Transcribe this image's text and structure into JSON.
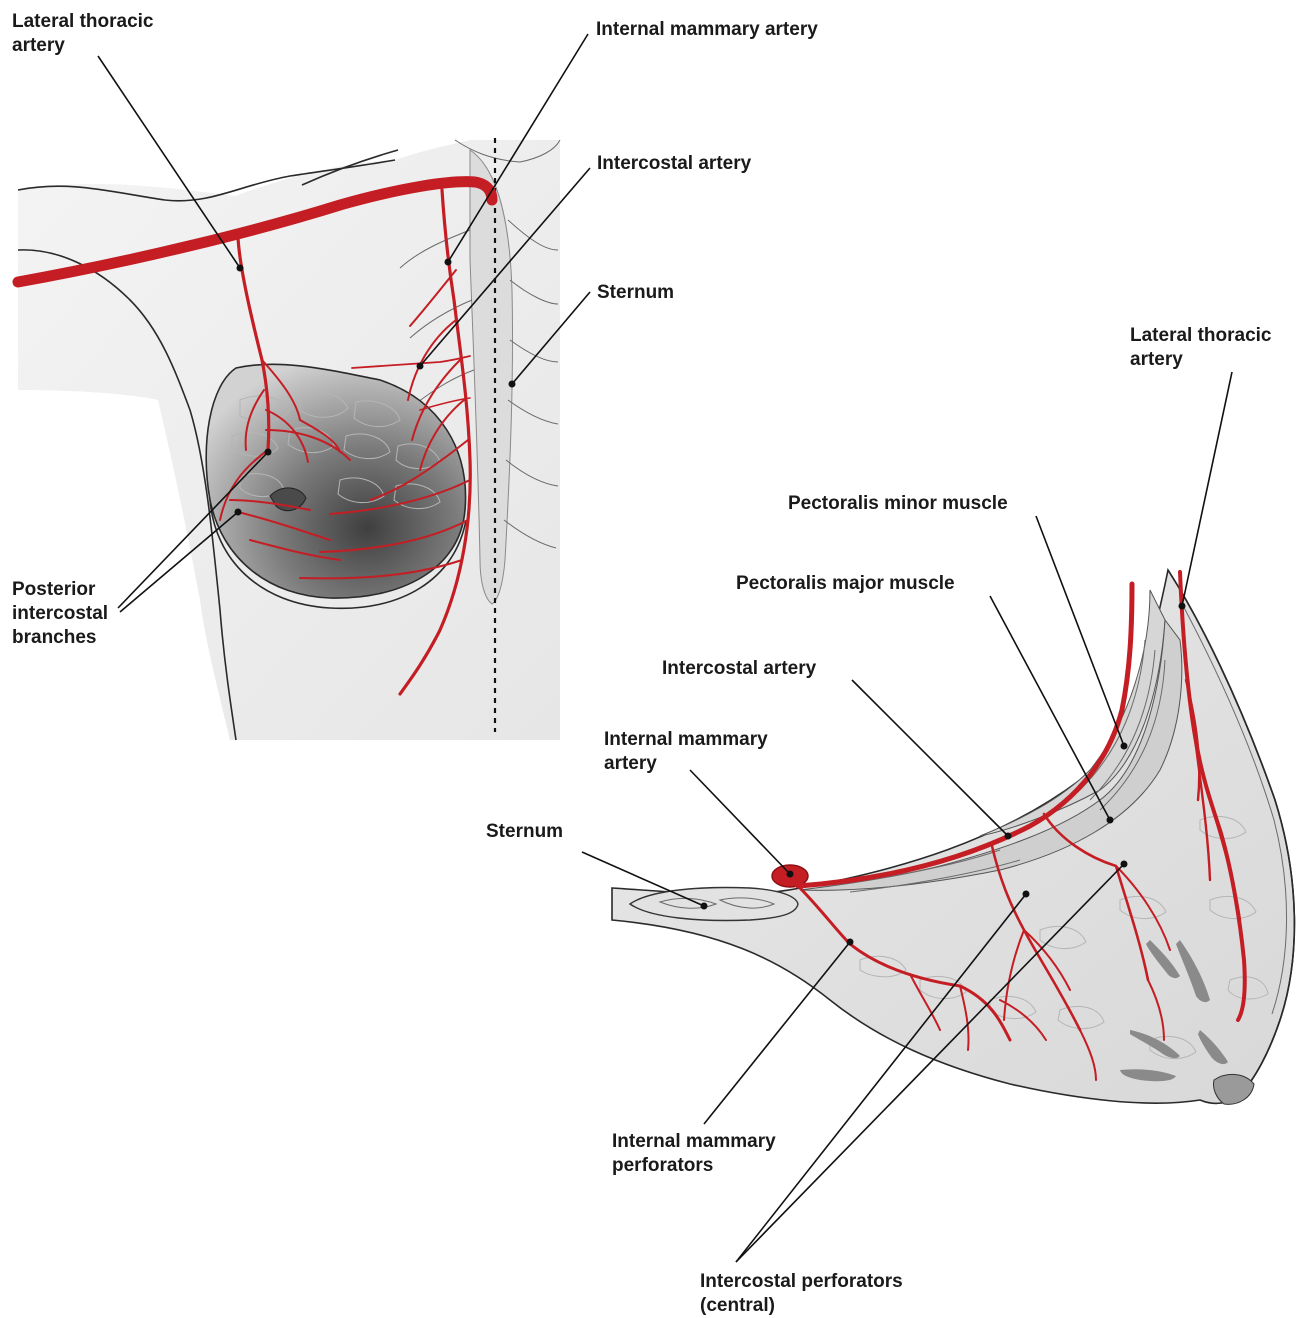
{
  "colors": {
    "artery": "#c41e24",
    "artery_shadow": "#8f1014",
    "skin": "#eeeeee",
    "breast_shade": "#6e6e6e",
    "leader_line": "#111111"
  },
  "front_view": {
    "labels": {
      "lateral_thoracic_artery": [
        "Lateral thoracic",
        "artery"
      ],
      "internal_mammary_artery": [
        "Internal mammary artery"
      ],
      "intercostal_artery": [
        "Intercostal artery"
      ],
      "sternum": [
        "Sternum"
      ],
      "posterior_intercostal_branches": [
        "Posterior",
        "intercostal",
        "branches"
      ]
    }
  },
  "section_view": {
    "labels": {
      "lateral_thoracic_artery": [
        "Lateral thoracic",
        "artery"
      ],
      "pectoralis_minor_muscle": [
        "Pectoralis minor muscle"
      ],
      "pectoralis_major_muscle": [
        "Pectoralis major muscle"
      ],
      "intercostal_artery": [
        "Intercostal artery"
      ],
      "internal_mammary_artery": [
        "Internal mammary",
        "artery"
      ],
      "sternum": [
        "Sternum"
      ],
      "internal_mammary_perforators": [
        "Internal mammary",
        "perforators"
      ],
      "intercostal_perforators_central": [
        "Intercostal perforators",
        "(central)"
      ]
    }
  }
}
